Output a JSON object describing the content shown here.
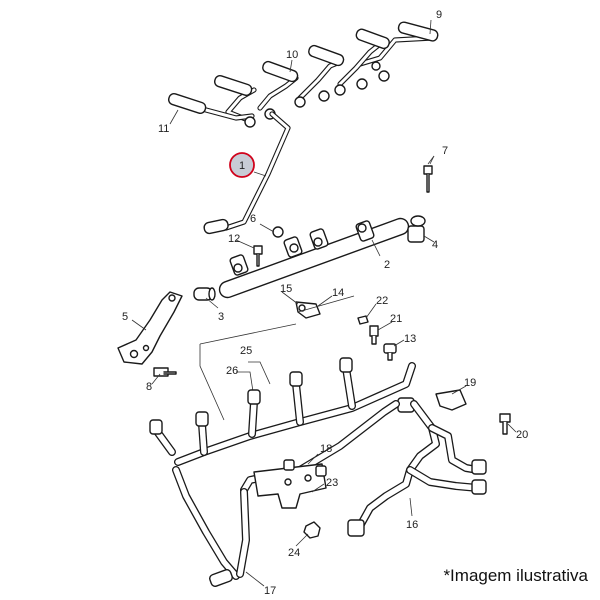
{
  "callouts": {
    "c1": "1",
    "c2": "2",
    "c3": "3",
    "c4": "4",
    "c5": "5",
    "c6": "6",
    "c7": "7",
    "c8": "8",
    "c9": "9",
    "c10": "10",
    "c11": "11",
    "c12": "12",
    "c13": "13",
    "c14": "14",
    "c15": "15",
    "c16": "16",
    "c17": "17",
    "c18": "18",
    "c19": "19",
    "c20": "20",
    "c21": "21",
    "c22": "22",
    "c23": "23",
    "c24": "24",
    "c25": "25",
    "c26": "26"
  },
  "caption": "*Imagem ilustrativa",
  "colors": {
    "highlight_ring": "#d0021b",
    "highlight_fill": "#c8ccd6",
    "line": "#1a1a1a"
  }
}
